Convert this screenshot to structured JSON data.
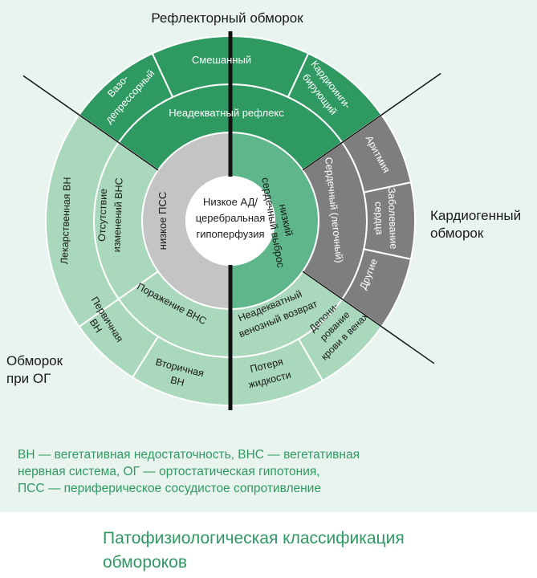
{
  "outer_labels": {
    "reflex": "Рефлекторный обморок",
    "cardio_line1": "Кардиогенный",
    "cardio_line2": "обморок",
    "og_line1": "Обморок",
    "og_line2": "при ОГ"
  },
  "center": {
    "line1": "Низкое АД/",
    "line2": "церебральная",
    "line3": "гипоперфузия"
  },
  "ring2": {
    "low_pvr": "низкое ПСС",
    "low_output_line1": "низкий",
    "low_output_line2": "сердечный выброс"
  },
  "ring3": {
    "inadequate_reflex": "Неадекватный рефлекс",
    "no_ans_change_line1": "Отсутствие",
    "no_ans_change_line2": "изменений ВНС",
    "ans_damage": "Поражение ВНС",
    "inadequate_return_line1": "Неадекватный",
    "inadequate_return_line2": "венозный возврат",
    "cardiac": "Сердечный (легочный)"
  },
  "ring4": {
    "vasodepressor_line1": "Вазо-",
    "vasodepressor_line2": "депрессорный",
    "mixed": "Смешанный",
    "cardioinhib_line1": "Кардиоинги-",
    "cardioinhib_line2": "бирующий",
    "arrhythmia": "Аритмия",
    "heart_disease_line1": "Заболевание",
    "heart_disease_line2": "сердца",
    "other": "Другие",
    "pooling_line1": "Депони-",
    "pooling_line2": "рование",
    "pooling_line3": "крови в венах",
    "fluid_loss_line1": "Потеря",
    "fluid_loss_line2": "жидкости",
    "secondary_line1": "Вторичная",
    "secondary_line2": "ВН",
    "primary_line1": "Первичная",
    "primary_line2": "ВН",
    "drug_an": "Лекарственная ВН"
  },
  "legend": {
    "line1": "ВН — вегетативная недостаточность, ВНС — вегетативная",
    "line2": "нервная система, ОГ — ортостатическая гипотония,",
    "line3": "ПСС — периферическое сосудистое сопротивление"
  },
  "caption": {
    "line1": "Патофизиологическая классификация",
    "line2": "обмороков"
  },
  "colors": {
    "panel": "#eaf4ee",
    "reflex_green": "#2e9a62",
    "light_green": "#a9d8bc",
    "mid_green": "#5eb68a",
    "gray_dark": "#7e7e7e",
    "gray_light": "#c4c4c4",
    "center_white": "#ffffff",
    "legend_text": "#2e9a62"
  }
}
